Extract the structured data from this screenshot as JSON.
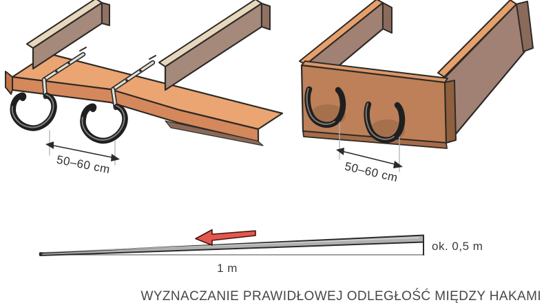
{
  "figure": {
    "illustrations": {
      "roof_boards": {
        "dimension_label": "50–60 cm"
      },
      "fascia": {
        "dimension_label": "50–60 cm"
      },
      "slope": {
        "length_label": "1 m",
        "drop_label": "ok. 0,5 m"
      }
    },
    "caption": "WYZNACZANIE PRAWIDŁOWEJ ODLEGŁOŚĆ MIĘDZY HAKAMI",
    "colors": {
      "wood_top": "#eaa573",
      "wood_edge": "#d5885b",
      "fascia_face": "#bd8058",
      "board_gray": "#a5897b",
      "hook_dark": "#1f1f1f",
      "arrow_red": "#e4574d",
      "dim_text": "#2f2f2f",
      "caption_text": "#474747"
    }
  }
}
